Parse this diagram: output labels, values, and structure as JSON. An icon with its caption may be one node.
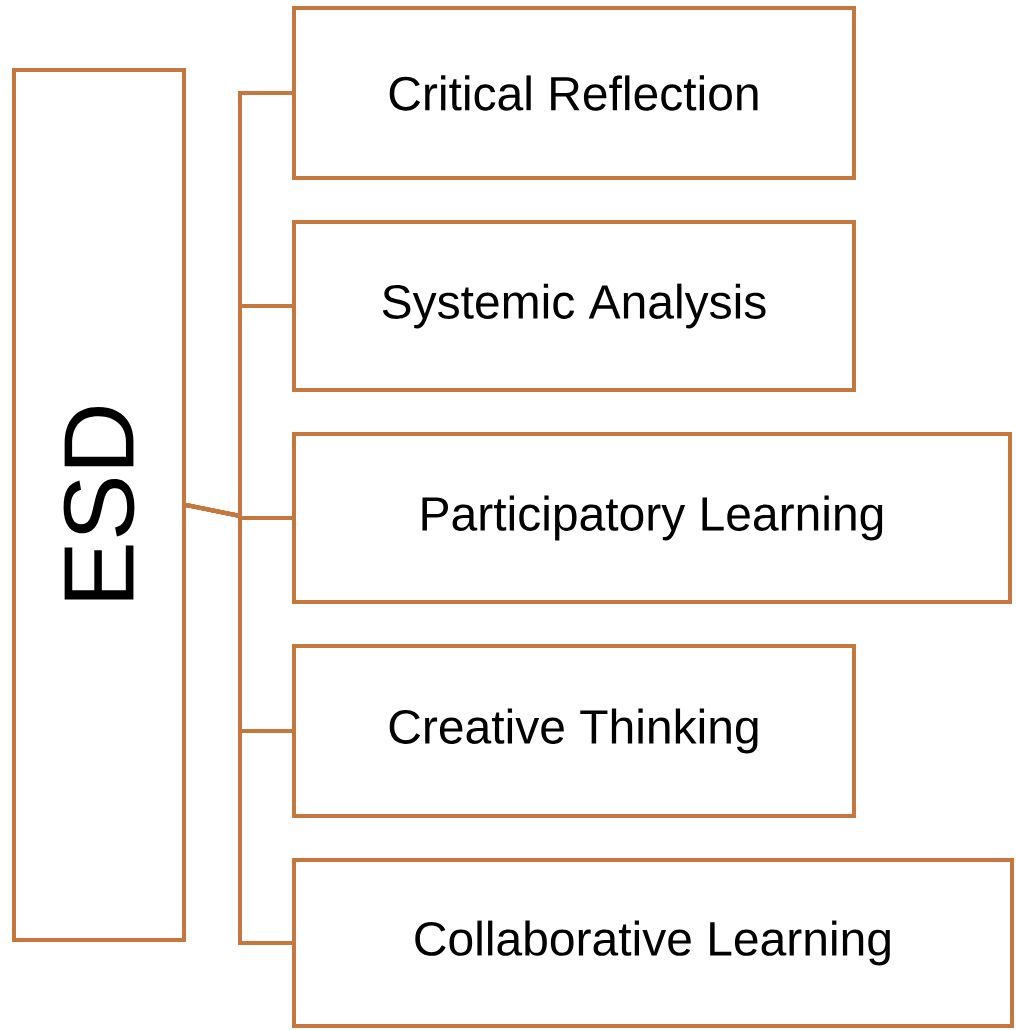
{
  "diagram": {
    "nodes": [
      {
        "text": [
          "ESD"
        ]
      },
      {
        "text": [
          "Critical Reflection"
        ]
      },
      {
        "text": [
          "Systemic Analysis"
        ]
      },
      {
        "text": [
          "Participatory Learning"
        ]
      },
      {
        "text": [
          "Creative Thinking"
        ]
      },
      {
        "text": [
          "Collaborative Learning"
        ]
      }
    ],
    "edges": [
      {
        "from": 0,
        "to": 1,
        "arrow": "none"
      },
      {
        "from": 0,
        "to": 2,
        "arrow": "none"
      },
      {
        "from": 0,
        "to": 3,
        "arrow": "none"
      },
      {
        "from": 0,
        "to": 4,
        "arrow": "none"
      },
      {
        "from": 0,
        "to": 5,
        "arrow": "none"
      }
    ]
  }
}
